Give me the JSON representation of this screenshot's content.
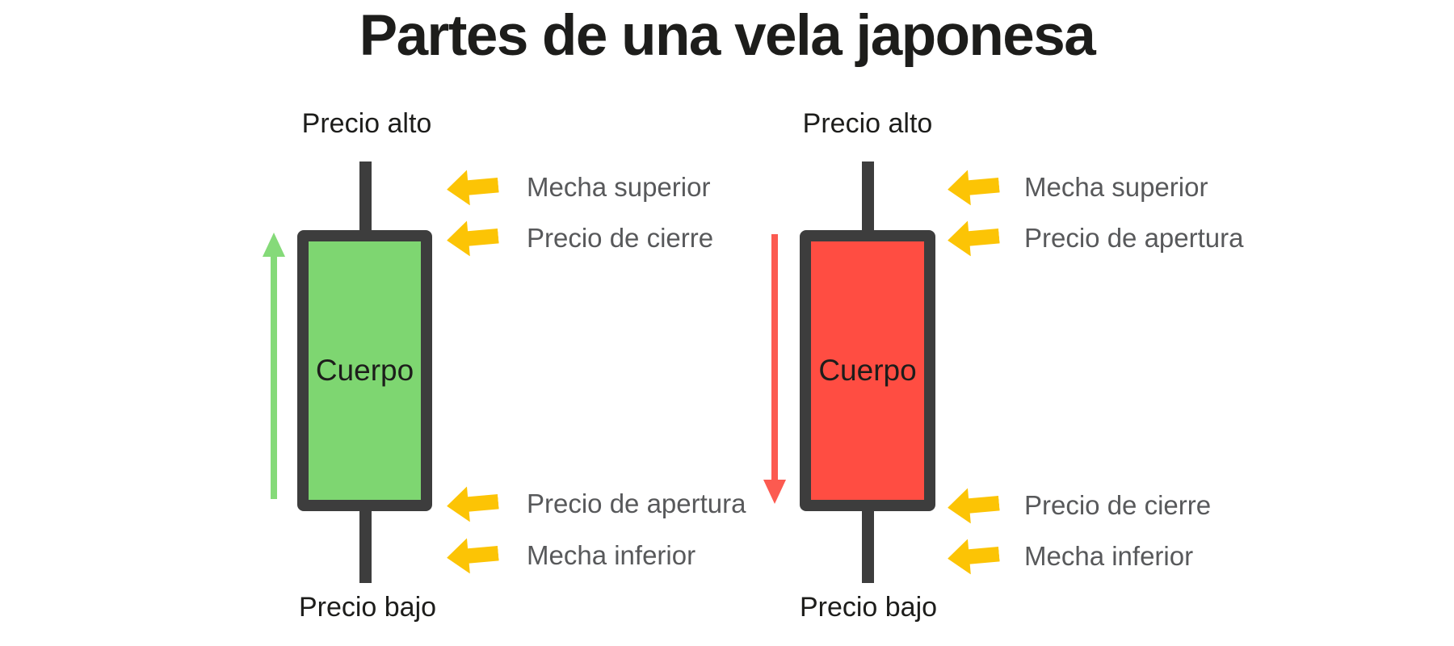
{
  "title": "Partes de una vela japonesa",
  "colors": {
    "bullish_body": "#7ED671",
    "bearish_body": "#FF4D42",
    "candle_outline": "#3D3D3D",
    "arrow_yellow": "#FCC405",
    "label_gray": "#58595B",
    "text_black": "#1D1D1B",
    "bullish_arrow": "#85DA79",
    "bearish_arrow": "#FC5A50"
  },
  "bullish": {
    "high": "Precio alto",
    "low": "Precio bajo",
    "body": "Cuerpo",
    "trend": "up",
    "rows": [
      "Mecha superior",
      "Precio de cierre",
      "Precio de apertura",
      "Mecha inferior"
    ]
  },
  "bearish": {
    "high": "Precio alto",
    "low": "Precio bajo",
    "body": "Cuerpo",
    "trend": "down",
    "rows": [
      "Mecha superior",
      "Precio de apertura",
      "Precio de cierre",
      "Mecha inferior"
    ]
  }
}
